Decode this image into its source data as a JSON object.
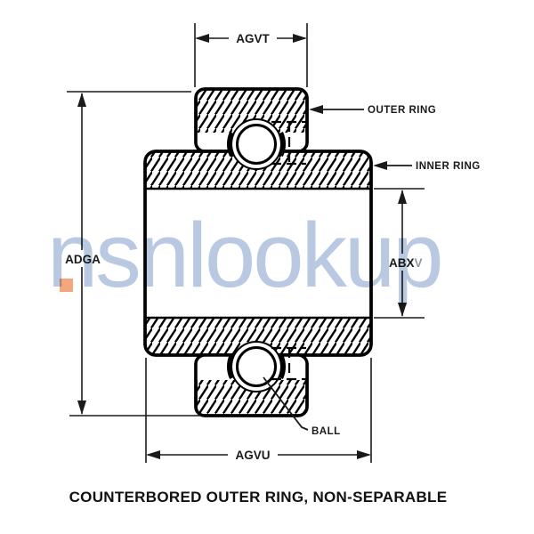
{
  "diagram": {
    "caption": "COUNTERBORED OUTER RING, NON-SEPARABLE",
    "dimensions": {
      "top": {
        "label": "AGVT"
      },
      "left": {
        "label": "ADGA"
      },
      "right": {
        "label_main": "ABX",
        "label_light": "V"
      },
      "bottom": {
        "label": "AGVU"
      }
    },
    "callouts": {
      "outer_ring": {
        "label": "OUTER RING"
      },
      "inner_ring": {
        "label": "INNER RING"
      },
      "ball": {
        "label": "BALL"
      }
    }
  },
  "watermark": {
    "text": "nsnlookup",
    "text_color": "#b9c9e1",
    "accent_color": "#f2a87c"
  },
  "colors": {
    "line": "#000000",
    "background": "#ffffff",
    "light_letter": "#8e95a3"
  }
}
